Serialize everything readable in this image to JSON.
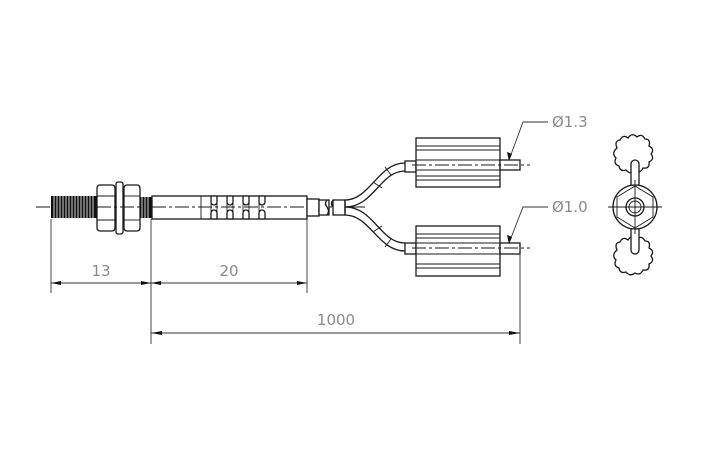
{
  "drawing": {
    "subject": "fiber-optic-sensor-head-with-split-cable",
    "dimensions": {
      "thread_length": "13",
      "sleeve_length": "20",
      "cable_length": "1000",
      "fiber_diameter_upper": "Ø1.3",
      "fiber_diameter_lower": "Ø1.0"
    },
    "colors": {
      "line": "#1a1a1a",
      "dimension_text": "#8a8a8a",
      "background": "#ffffff"
    }
  }
}
